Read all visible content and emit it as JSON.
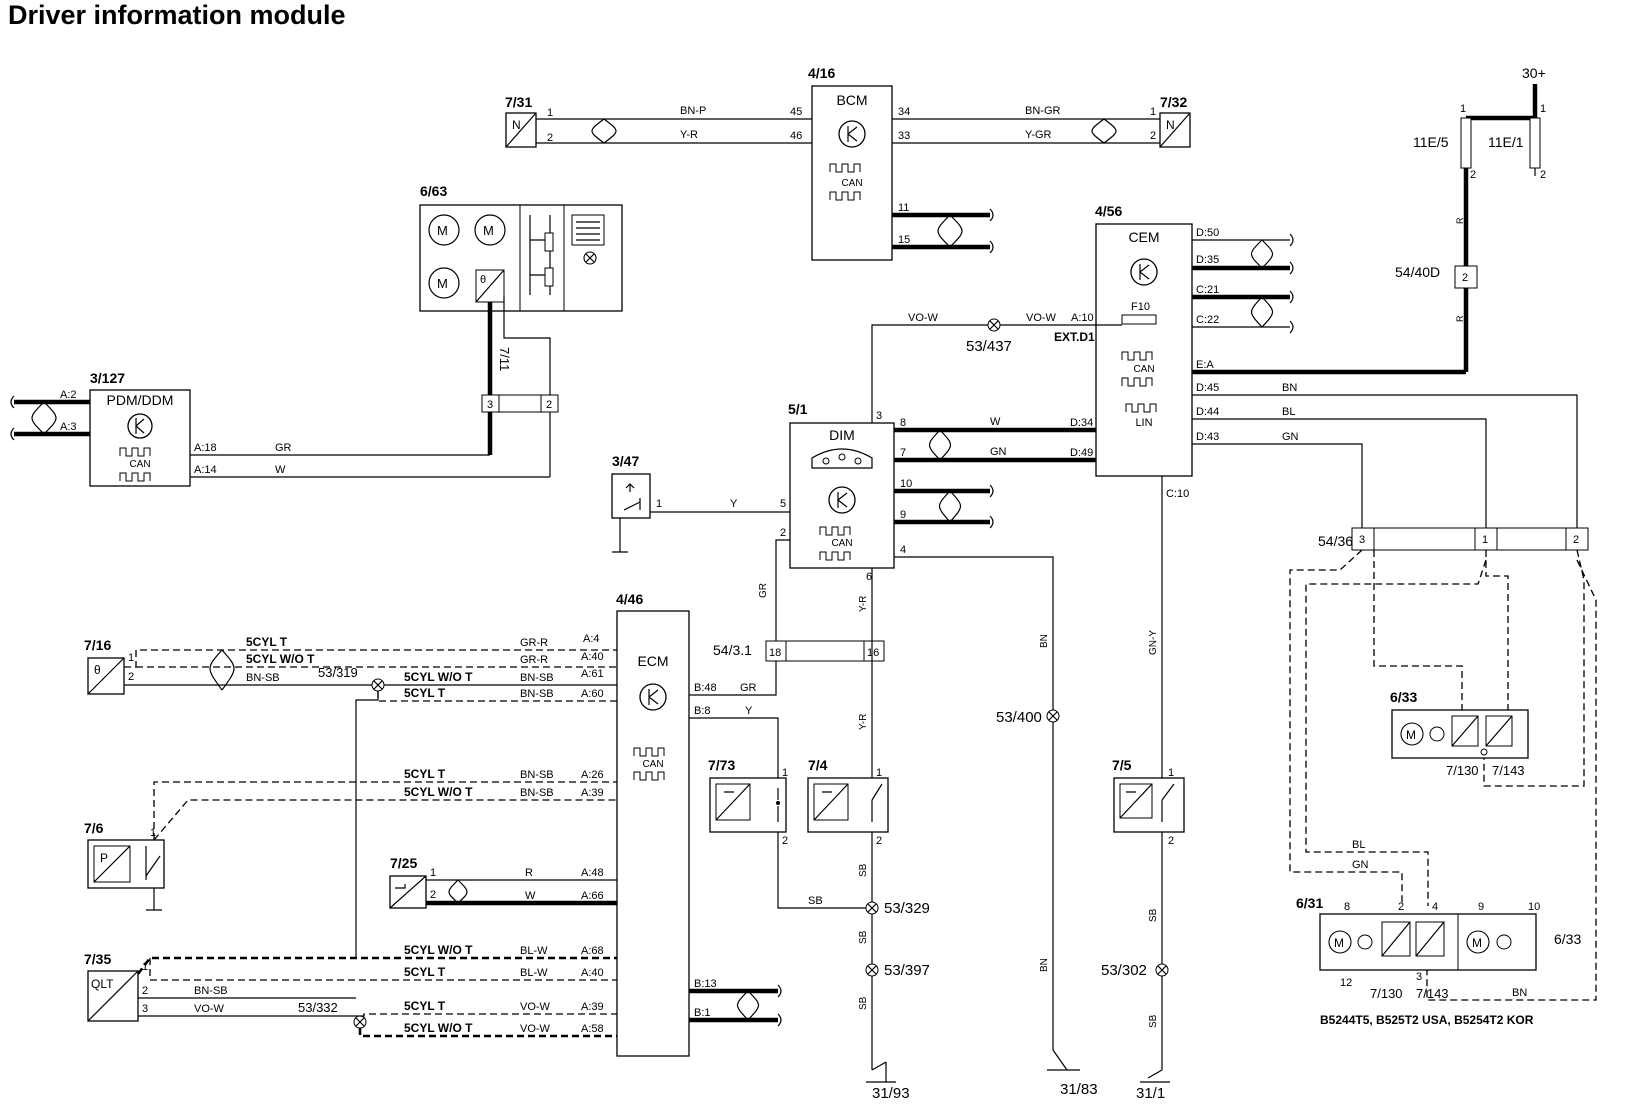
{
  "title": "Driver information module",
  "components": {
    "c7_31": {
      "ref": "7/31",
      "sym": "N"
    },
    "c7_32": {
      "ref": "7/32",
      "sym": "N"
    },
    "c4_16": {
      "ref": "4/16",
      "name": "BCM"
    },
    "c6_63": {
      "ref": "6/63"
    },
    "c3_127": {
      "ref": "3/127",
      "name": "PDM/DDM"
    },
    "c4_56": {
      "ref": "4/56",
      "name": "CEM"
    },
    "c5_1": {
      "ref": "5/1",
      "name": "DIM"
    },
    "c3_47": {
      "ref": "3/47"
    },
    "c4_46": {
      "ref": "4/46",
      "name": "ECM"
    },
    "c7_16": {
      "ref": "7/16"
    },
    "c7_6": {
      "ref": "7/6",
      "sym": "P"
    },
    "c7_25": {
      "ref": "7/25"
    },
    "c7_35": {
      "ref": "7/35",
      "name": "QLT"
    },
    "c7_73": {
      "ref": "7/73"
    },
    "c7_4": {
      "ref": "7/4"
    },
    "c7_5": {
      "ref": "7/5"
    },
    "c6_33a": {
      "ref": "6/33",
      "sub1": "7/130",
      "sub2": "7/143"
    },
    "c6_31": {
      "ref": "6/31",
      "ref2": "6/33",
      "sub1": "7/130",
      "sub2": "7/143"
    },
    "fuse11e5": {
      "ref": "11E/5"
    },
    "fuse11e1": {
      "ref": "11E/1"
    },
    "bat": {
      "ref": "30+"
    },
    "conn54_40d": {
      "ref": "54/40D",
      "pin": "2"
    },
    "conn54_36": {
      "ref": "54/36",
      "pins": [
        "3",
        "1",
        "2"
      ]
    },
    "conn54_3_1": {
      "ref": "54/3.1",
      "pins": [
        "18",
        "16"
      ]
    },
    "conn7_11": {
      "ref": "7/11",
      "pins": [
        "3",
        "2"
      ]
    }
  },
  "splices": [
    "53/437",
    "53/319",
    "53/332",
    "53/329",
    "53/397",
    "53/400",
    "53/302"
  ],
  "grounds": [
    "31/93",
    "31/83",
    "31/1"
  ],
  "labels": {
    "can": "CAN",
    "lin": "LIN",
    "f10": "F10",
    "ext_d1": "EXT.D1",
    "theta": "θ",
    "cyl5t": "5CYL T",
    "cyl5wot": "5CYL W/O T",
    "engine_note": "B5244T5, B525T2 USA, B5254T2 KOR"
  },
  "wire_colors": {
    "bn_p": "BN-P",
    "y_r": "Y-R",
    "bn_gr": "BN-GR",
    "y_gr": "Y-GR",
    "vo_w": "VO-W",
    "gr": "GR",
    "w": "W",
    "gn": "GN",
    "y": "Y",
    "bn": "BN",
    "bl": "BL",
    "gr_r": "GR-R",
    "bn_sb": "BN-SB",
    "r": "R",
    "bl_w": "BL-W",
    "sb": "SB",
    "gn_y": "GN-Y",
    "r_v": "R"
  },
  "pins": {
    "p1": "1",
    "p2": "2",
    "p3": "3",
    "p4": "4",
    "p5": "5",
    "p6": "6",
    "p7": "7",
    "p8": "8",
    "p9": "9",
    "p10": "10",
    "p11": "11",
    "p12": "12",
    "p15": "15",
    "p33": "33",
    "p34": "34",
    "p45": "45",
    "p46": "46",
    "a2": "A:2",
    "a3": "A:3",
    "a18": "A:18",
    "a14": "A:14",
    "a10": "A:10",
    "ea": "E:A",
    "d50": "D:50",
    "d35": "D:35",
    "c21": "C:21",
    "c22": "C:22",
    "d45": "D:45",
    "d44": "D:44",
    "d43": "D:43",
    "d34": "D:34",
    "d49": "D:49",
    "c10": "C:10",
    "a4": "A:4",
    "a40": "A:40",
    "a61": "A:61",
    "a60": "A:60",
    "a26": "A:26",
    "a39": "A:39",
    "a48": "A:48",
    "a66": "A:66",
    "a68": "A:68",
    "a58": "A:58",
    "b48": "B:48",
    "b8": "B:8",
    "b13": "B:13",
    "b1": "B:1"
  }
}
